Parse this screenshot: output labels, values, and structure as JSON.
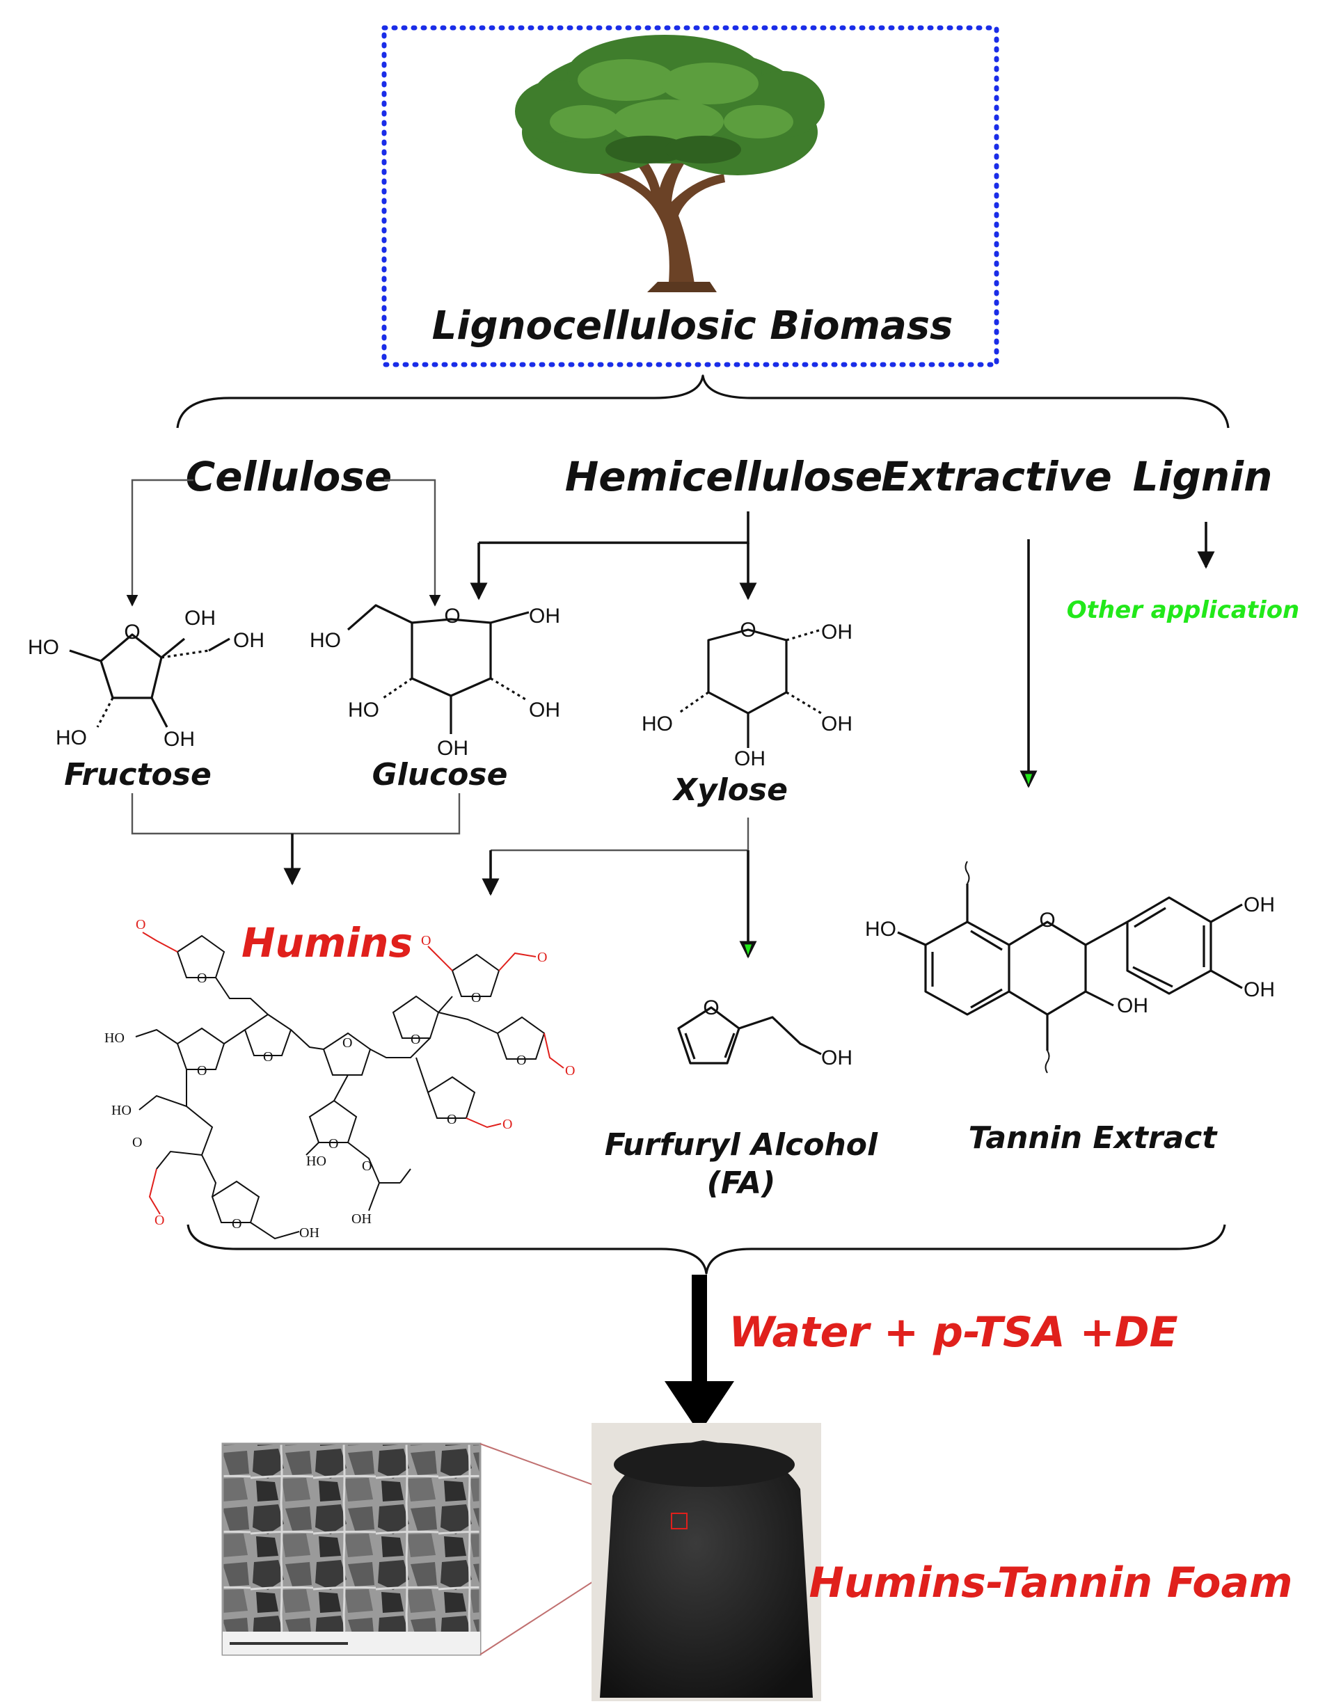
{
  "title": "Lignocellulosic Biomass",
  "components": {
    "cellulose": "Cellulose",
    "hemicellulose": "Hemicellulose",
    "extractive": "Extractive",
    "lignin": "Lignin"
  },
  "lignin_note": "Other application",
  "molecules": {
    "fructose": "Fructose",
    "glucose": "Glucose",
    "xylose": "Xylose",
    "humins": "Humins",
    "furfuryl_line1": "Furfuryl Alcohol",
    "furfuryl_line2": "(FA)",
    "tannin": "Tannin Extract"
  },
  "atoms": {
    "oh": "OH",
    "ho": "HO",
    "o": "O"
  },
  "reagents": "Water + p-TSA +DE",
  "product": "Humins-Tannin Foam",
  "colors": {
    "frame_dots": "#1a2de8",
    "accent_red": "#e0201c",
    "accent_green": "#22e81a",
    "tree_green": "#3f7d2c",
    "trunk_brown": "#6b4226"
  }
}
